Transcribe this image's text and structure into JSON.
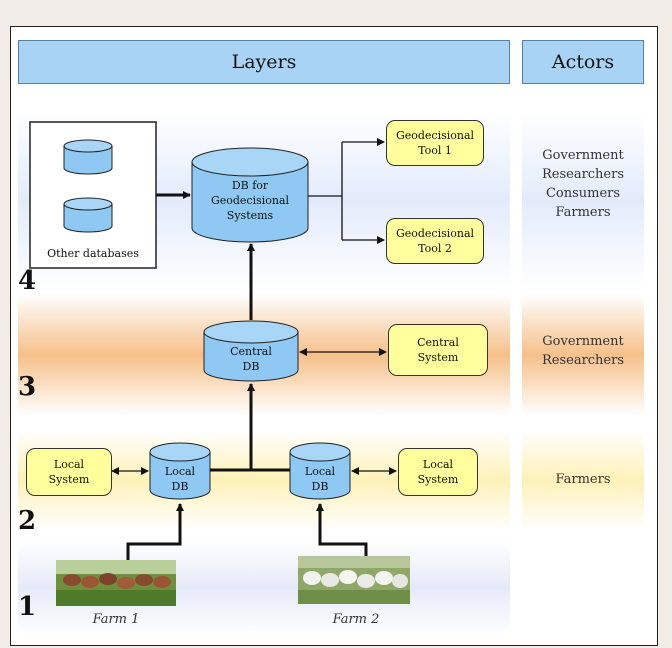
{
  "headers": {
    "layers": "Layers",
    "actors": "Actors"
  },
  "layers": [
    {
      "number": "4",
      "actors": [
        "Government",
        "Researchers",
        "Consumers",
        "Farmers"
      ]
    },
    {
      "number": "3",
      "actors": [
        "Government",
        "Researchers"
      ]
    },
    {
      "number": "2",
      "actors": [
        "Farmers"
      ]
    },
    {
      "number": "1",
      "actors": []
    }
  ],
  "nodes": {
    "other_databases": "Other databases",
    "db_geo": [
      "DB for",
      "Geodecisional",
      "Systems"
    ],
    "geo_tool_1": [
      "Geodecisional",
      "Tool 1"
    ],
    "geo_tool_2": [
      "Geodecisional",
      "Tool 2"
    ],
    "central_db": [
      "Central",
      "DB"
    ],
    "central_system": [
      "Central",
      "System"
    ],
    "local_db_1": [
      "Local",
      "DB"
    ],
    "local_db_2": [
      "Local",
      "DB"
    ],
    "local_system_1": [
      "Local",
      "System"
    ],
    "local_system_2": [
      "Local",
      "System"
    ]
  },
  "farms": [
    "Farm 1",
    "Farm 2"
  ],
  "colors": {
    "header": "#a9d3f5",
    "box": "#fefe9c",
    "cylinder": "#8fc8f2",
    "layer4": "#e3ebfb",
    "layer3": "#f6c08a",
    "layer2": "#fdf1b8",
    "layer1": "#e6eaf8"
  }
}
